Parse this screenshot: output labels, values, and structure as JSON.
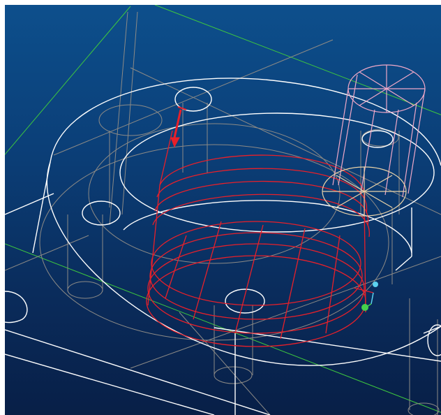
{
  "viewport": {
    "name": "cad-3d-viewport",
    "background_top": "#0d4f8c",
    "background_bottom": "#081f47"
  },
  "colors": {
    "edge_white": "#ffffff",
    "edge_hidden": "#8c8a86",
    "toolpath_red": "#e8202a",
    "tool_pink": "#f0a8c8",
    "tool_shank_tan": "#e8d2a8",
    "plane_green": "#3ec83e",
    "handle_cyan": "#5cd2f0",
    "handle_green": "#44d04c"
  },
  "scene": {
    "objects": [
      "part-wireframe",
      "helical-toolpath",
      "cutting-tool",
      "workplane-grid"
    ]
  }
}
